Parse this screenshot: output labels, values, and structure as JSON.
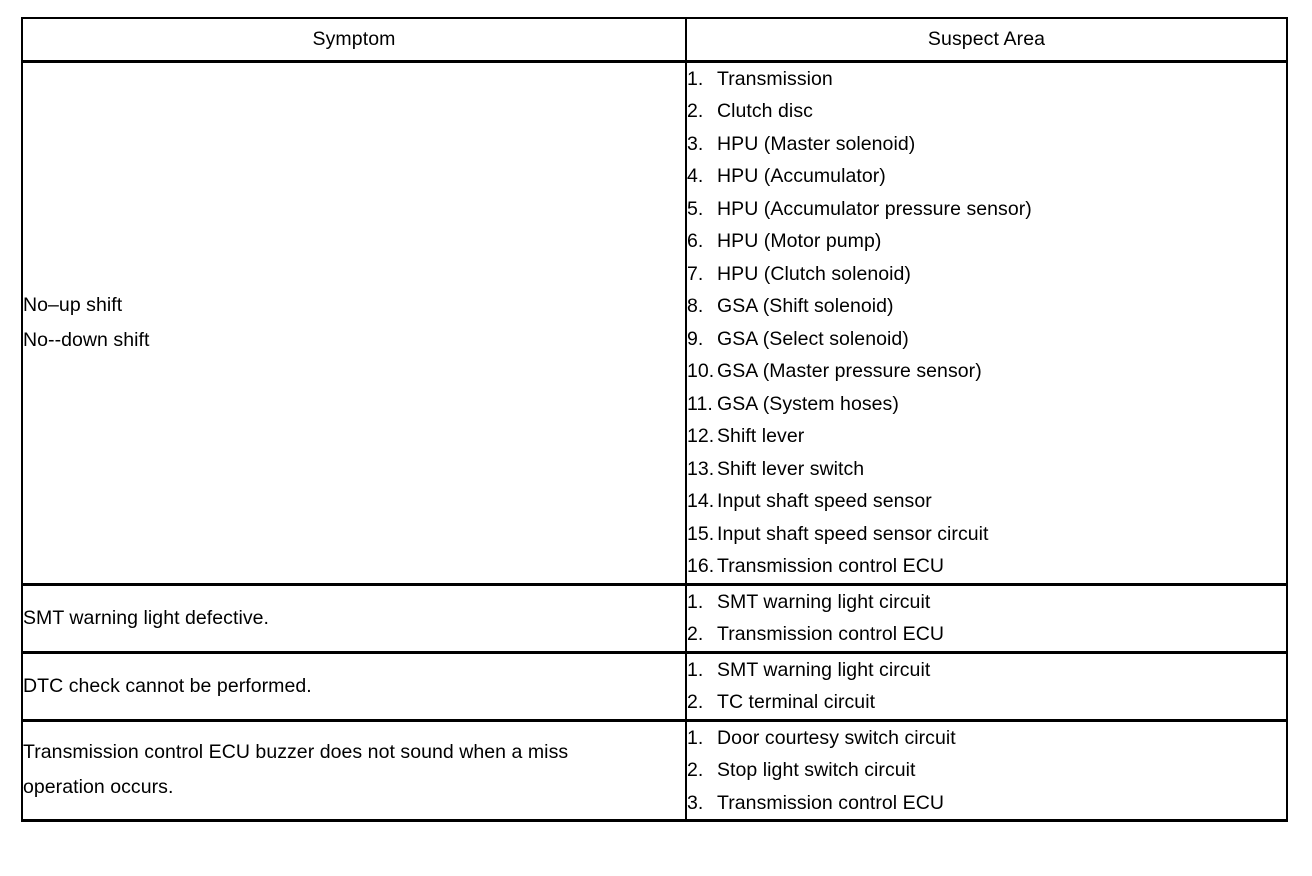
{
  "table": {
    "headers": {
      "symptom": "Symptom",
      "suspect_area": "Suspect Area"
    },
    "rows": [
      {
        "symptom": "No–up shift\nNo--down shift",
        "suspect_area": [
          {
            "num": "1.",
            "text": "Transmission"
          },
          {
            "num": "2.",
            "text": "Clutch disc"
          },
          {
            "num": "3.",
            "text": "HPU (Master solenoid)"
          },
          {
            "num": "4.",
            "text": "HPU (Accumulator)"
          },
          {
            "num": "5.",
            "text": "HPU (Accumulator pressure sensor)"
          },
          {
            "num": "6.",
            "text": "HPU (Motor pump)"
          },
          {
            "num": "7.",
            "text": "HPU (Clutch solenoid)"
          },
          {
            "num": "8.",
            "text": "GSA (Shift solenoid)"
          },
          {
            "num": "9.",
            "text": "GSA (Select solenoid)"
          },
          {
            "num": "10.",
            "text": "GSA (Master pressure sensor)"
          },
          {
            "num": "11.",
            "text": "GSA (System hoses)"
          },
          {
            "num": "12.",
            "text": "Shift lever"
          },
          {
            "num": "13.",
            "text": "Shift lever switch"
          },
          {
            "num": "14.",
            "text": "Input shaft speed sensor"
          },
          {
            "num": "15.",
            "text": "Input shaft speed sensor circuit"
          },
          {
            "num": "16.",
            "text": "Transmission control ECU"
          }
        ]
      },
      {
        "symptom": "SMT warning light defective.",
        "suspect_area": [
          {
            "num": "1.",
            "text": "SMT warning light circuit"
          },
          {
            "num": "2.",
            "text": "Transmission control ECU"
          }
        ]
      },
      {
        "symptom": "DTC check cannot be performed.",
        "suspect_area": [
          {
            "num": "1.",
            "text": "SMT warning light circuit"
          },
          {
            "num": "2.",
            "text": "TC terminal circuit"
          }
        ]
      },
      {
        "symptom": "Transmission control ECU buzzer does not sound when a miss\noperation occurs.",
        "suspect_area": [
          {
            "num": "1.",
            "text": "Door courtesy switch circuit"
          },
          {
            "num": "2.",
            "text": "Stop light switch circuit"
          },
          {
            "num": "3.",
            "text": "Transmission control ECU"
          }
        ]
      }
    ]
  }
}
